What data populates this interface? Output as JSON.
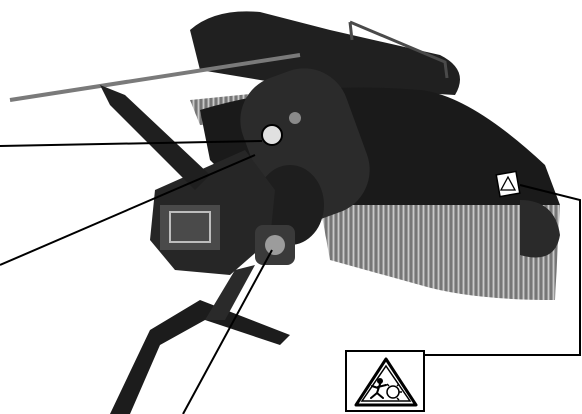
{
  "figure": {
    "subject": "rotary-sweeper-attachment",
    "style": "grayscale-photo",
    "colors": {
      "ink": "#000000",
      "paper": "#ffffff",
      "machine_dark": "#1c1c1c",
      "machine_mid": "#3a3a3a",
      "bristle": "#8a8a8a"
    }
  },
  "callouts": [
    {
      "id": "callout-1",
      "target": "upper-pivot"
    },
    {
      "id": "callout-2",
      "target": "motor-housing"
    },
    {
      "id": "callout-3",
      "target": "lower-pivot"
    },
    {
      "id": "callout-4",
      "target": "warning-decal"
    }
  ],
  "warning_decal": {
    "icon": "entanglement-warning-icon"
  }
}
